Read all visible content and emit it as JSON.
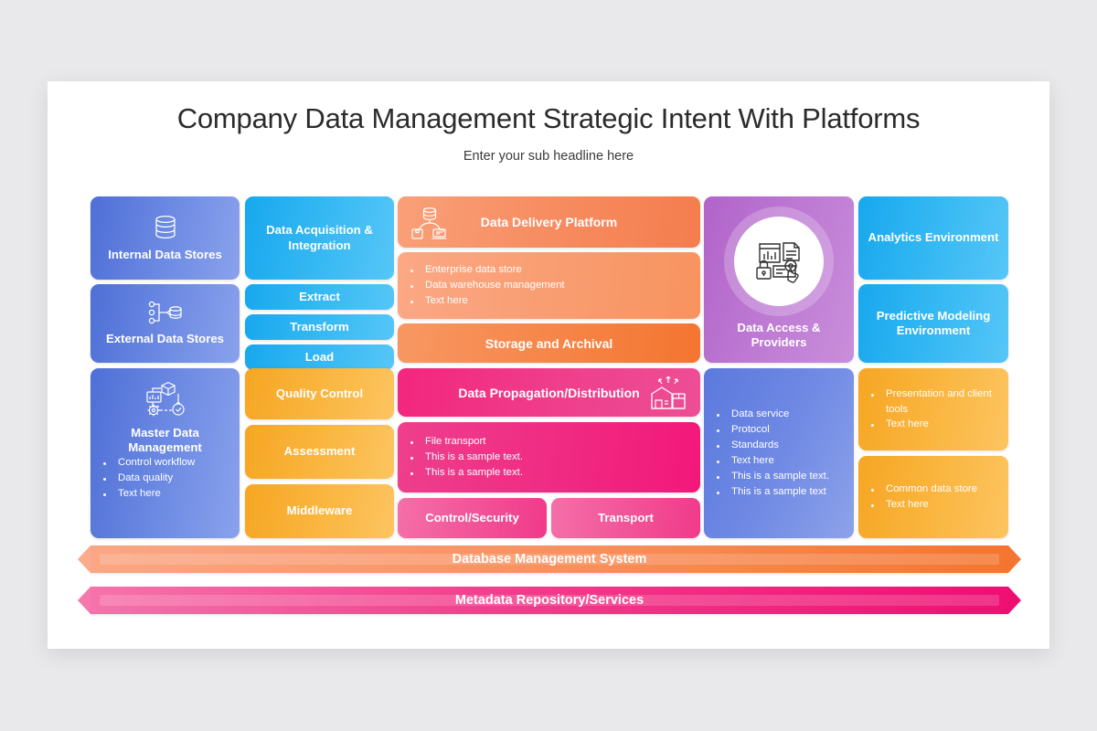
{
  "slide": {
    "title": "Company Data Management Strategic Intent With Platforms",
    "subtitle": "Enter your sub headline here"
  },
  "columns": {
    "col1": {
      "internal_data_stores": "Internal Data Stores",
      "external_data_stores": "External Data Stores",
      "master_data_management": "Master Data Management",
      "mdm_bullets": [
        "Control workflow",
        "Data quality",
        "Text here"
      ]
    },
    "col2": {
      "data_acquisition": "Data Acquisition & Integration",
      "extract": "Extract",
      "transform": "Transform",
      "load": "Load",
      "quality_control": "Quality Control",
      "assessment": "Assessment",
      "middleware": "Middleware"
    },
    "col3": {
      "data_delivery_platform": "Data Delivery Platform",
      "ddp_bullets": [
        "Enterprise data store",
        "Data warehouse management",
        "Text here"
      ],
      "storage_and_archival": "Storage and Archival",
      "data_propagation": "Data Propagation/Distribution",
      "dpd_bullets": [
        "File transport",
        "This is a sample text.",
        "This is a sample text."
      ],
      "control_security": "Control/Security",
      "transport": "Transport"
    },
    "col4": {
      "data_access_providers": "Data Access & Providers",
      "access_bullets": [
        "Data service",
        "Protocol",
        "Standards",
        "Text here",
        "This is a sample text.",
        "This is a sample text"
      ]
    },
    "col5": {
      "analytics_environment": "Analytics Environment",
      "predictive_modeling": "Predictive Modeling Environment",
      "presentation_bullets": [
        "Presentation and client tools",
        "Text here"
      ],
      "common_bullets": [
        "Common data store",
        "Text here"
      ]
    }
  },
  "footer": {
    "database_management_system": "Database Management System",
    "metadata_repository": "Metadata Repository/Services"
  },
  "icons": {
    "internal": "database-stack-icon",
    "external": "data-flow-icon",
    "mdm": "master-data-workflow-icon",
    "ddp": "data-delivery-icon",
    "dpd": "warehouse-distribution-icon",
    "access": "secure-data-access-icon"
  },
  "colors": {
    "indigo": "#5b79dd",
    "cyan": "#2fb5f2",
    "amber": "#f9b03a",
    "orange": "#f4752f",
    "pink": "#f2187a",
    "purple": "#bd79d3",
    "slide_bg": "#ffffff",
    "page_bg": "#e9e9eb"
  }
}
